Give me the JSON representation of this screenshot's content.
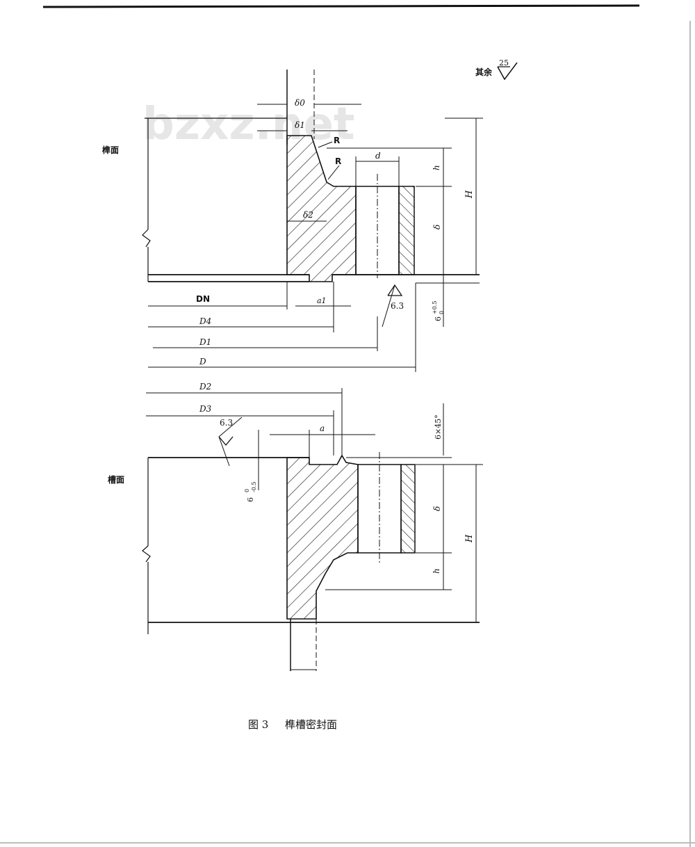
{
  "watermark": "bzxz.net",
  "roughness_note": {
    "label": "其余",
    "value": "25"
  },
  "view_upper": {
    "side_label": "榫面",
    "dims": {
      "delta0": "δ0",
      "delta1": "δ1",
      "delta2": "δ2",
      "R1": "R",
      "R2": "R",
      "d": "d",
      "h": "h",
      "H": "H",
      "delta": "δ",
      "DN": "DN",
      "a1": "a1",
      "D4": "D4",
      "D1": "D1",
      "D": "D",
      "roughness": "6.3",
      "tol_base": "6",
      "tol_upper": "+0.5",
      "tol_lower": "0"
    }
  },
  "view_lower": {
    "side_label": "槽面",
    "dims": {
      "D2": "D2",
      "D3": "D3",
      "a": "a",
      "roughness": "6.3",
      "tol_base": "6",
      "tol_upper": "0",
      "tol_lower": "-0.5",
      "chamfer": "6×45°",
      "delta": "δ",
      "H": "H",
      "h": "h"
    }
  },
  "caption": {
    "fig_no": "图 3",
    "title": "榫槽密封面"
  }
}
